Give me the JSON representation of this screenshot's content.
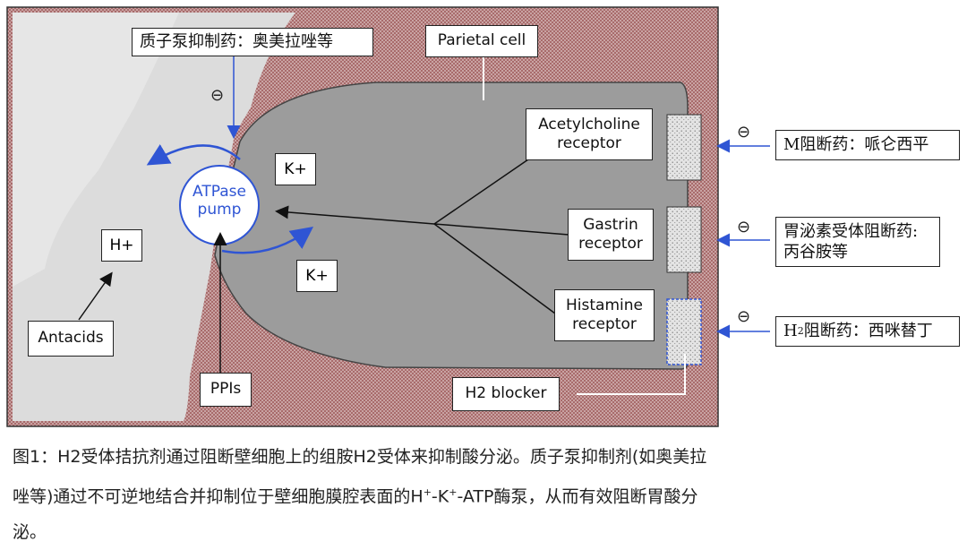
{
  "labels": {
    "ppi_drug": "质子泵抑制药：奥美拉唑等",
    "parietal_cell": "Parietal cell",
    "acetylcholine_receptor": "Acetylcholine\nreceptor",
    "gastrin_receptor": "Gastrin\nreceptor",
    "histamine_receptor": "Histamine\nreceptor",
    "m_blocker_drug": "M阻断药：哌仑西平",
    "gastrin_blocker_drug_line1": "胃泌素受体阻断药:",
    "gastrin_blocker_drug_line2": "丙谷胺等",
    "h2_blocker_drug_prefix": "H",
    "h2_blocker_drug_sub": "2",
    "h2_blocker_drug_rest": "阻断药：西咪替丁",
    "atpase_line1": "ATPase",
    "atpase_line2": "pump",
    "k_plus_top": "K+",
    "k_plus_bottom": "K+",
    "h_plus": "H+",
    "antacids": "Antacids",
    "ppis": "PPIs",
    "h2_blocker": "H2 blocker",
    "inhibit_symbol": "⊖"
  },
  "caption": {
    "part1": "图1：H2受体拮抗剂通过阻断壁细胞上的组胺H2受体来抑制酸分泌。质子泵抑制剂(如奥美拉唑等)通过不可逆地结合并抑制位于壁细胞膜腔表面的H",
    "sup1": "+",
    "part2": "-K",
    "sup2": "+",
    "part3": "-ATP酶泵，从而有效阻断胃酸分泌。"
  },
  "colors": {
    "tissue_pattern": "#b98585",
    "lumen": "#dcdcdc",
    "cell_body": "#9c9c9c",
    "arrow_blue": "#2f55d4",
    "pump_text": "#2f55d4"
  }
}
